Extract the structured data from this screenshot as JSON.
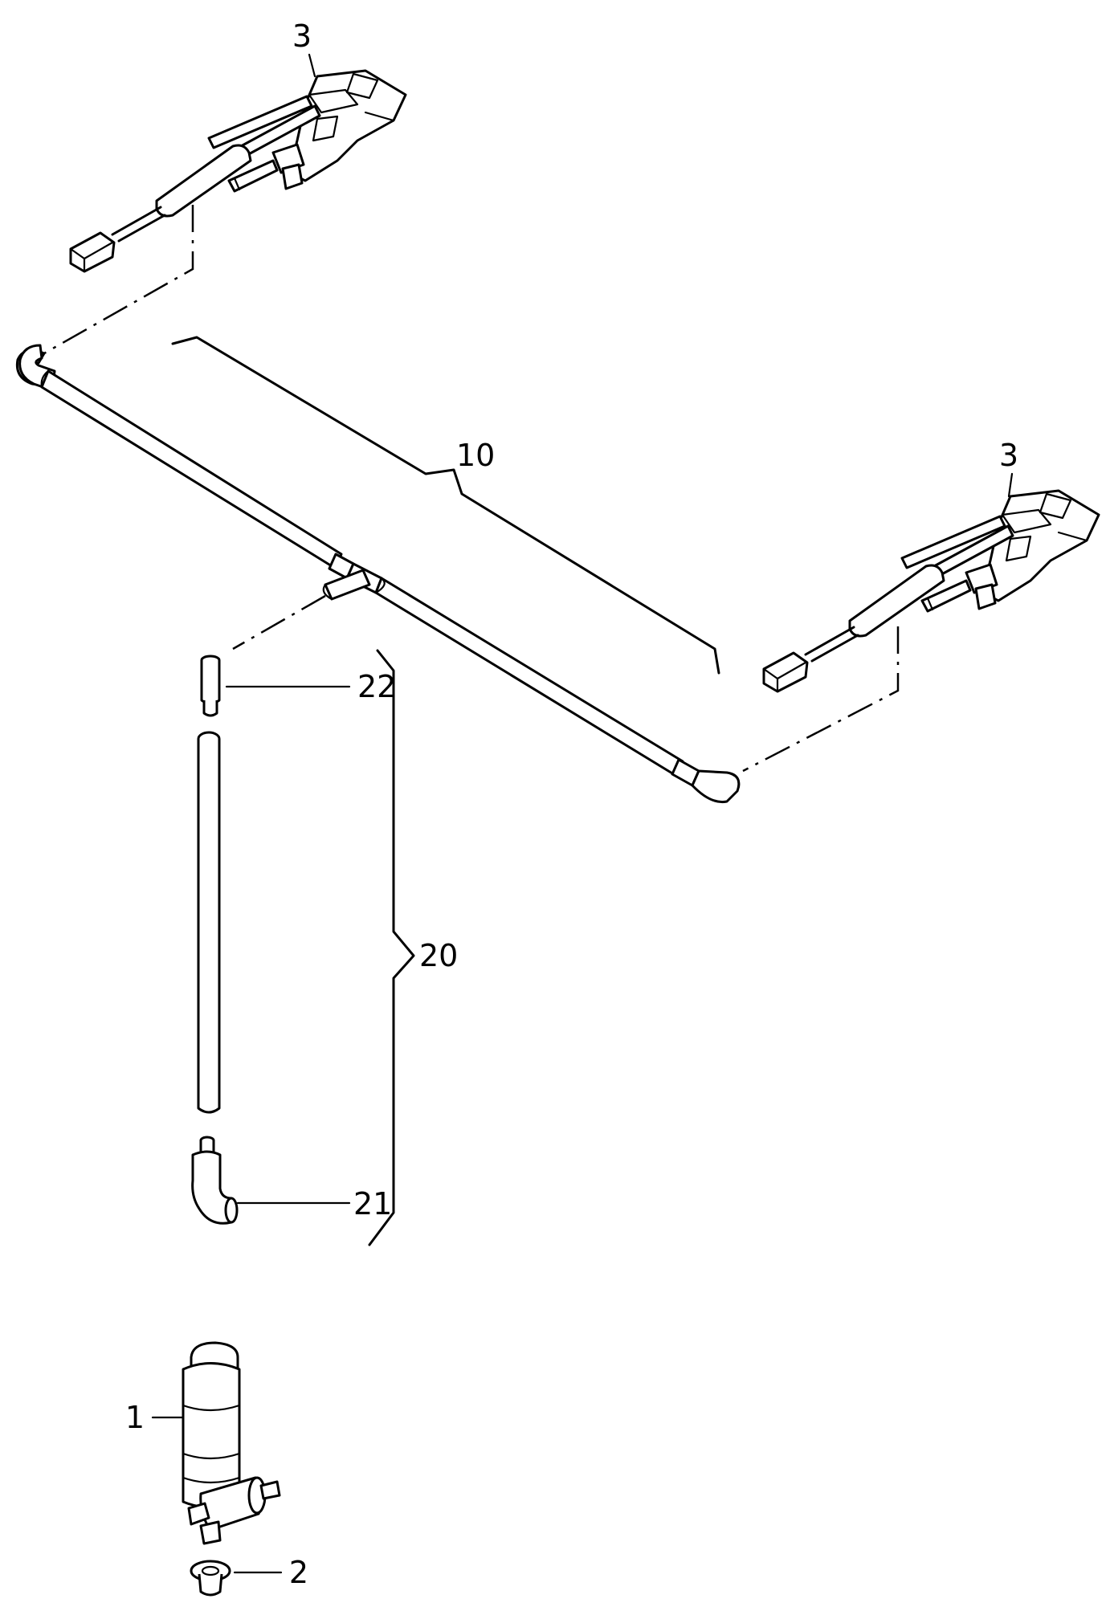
{
  "labels": {
    "part_3_left": "3",
    "part_3_right": "3",
    "part_10": "10",
    "part_22": "22",
    "part_20": "20",
    "part_21": "21",
    "part_1": "1",
    "part_2": "2"
  }
}
